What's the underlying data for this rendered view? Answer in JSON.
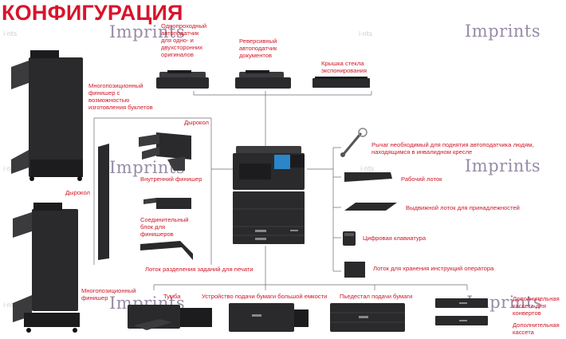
{
  "title": "КОНФИГУРАЦИЯ",
  "watermark": "Imprints",
  "watermark_faint": "i·nts",
  "labels": {
    "single_pass_adf": "Однопроходный\nавтоподатчик\nдля одно- и\nдвухсторонних\nоригиналов",
    "reversing_adf": "Реверсивный\nавтоподатчик\nдокументов",
    "platen_cover": "Крышка стекла\nэкспонирования",
    "multi_finisher_booklet": "Многопозиционный\nфинишер с\nвозможностью\nизготовления буклетов",
    "hole_punch_1": "Дырокол",
    "hole_punch_2": "Дырокол",
    "inner_finisher": "Внутренний финишер",
    "bridge_unit": "Соединительный\nблок для\nфинишеров",
    "job_separator": "Лоток разделения заданий для печати",
    "multi_finisher": "Многопозиционный\nфинишер",
    "lever_wheelchair": "Рычаг необходимый для поднятия автоподатчика людям,\nнаходящимся в инвалидном кресле",
    "work_tray": "Рабочий лоток",
    "accessory_tray": "Выдвижной лоток для принадлежностей",
    "keypad": "Цифровая клавиатура",
    "manual_holder": "Лоток для хранения инструкций оператора",
    "stand": "Тумба",
    "lcf": "Устройство подачи бумаги большой емкости",
    "paper_pedestal": "Пьедестал подачи бумаги",
    "envelope_cassette": "Дополнительная\nкассета для\nконвертов",
    "extra_cassette": "Дополнительная\nкассета"
  },
  "colors": {
    "accent": "#d8142c",
    "device": "#2a2a2c",
    "screen": "#2a86c9",
    "connector": "#6b6b6b"
  }
}
